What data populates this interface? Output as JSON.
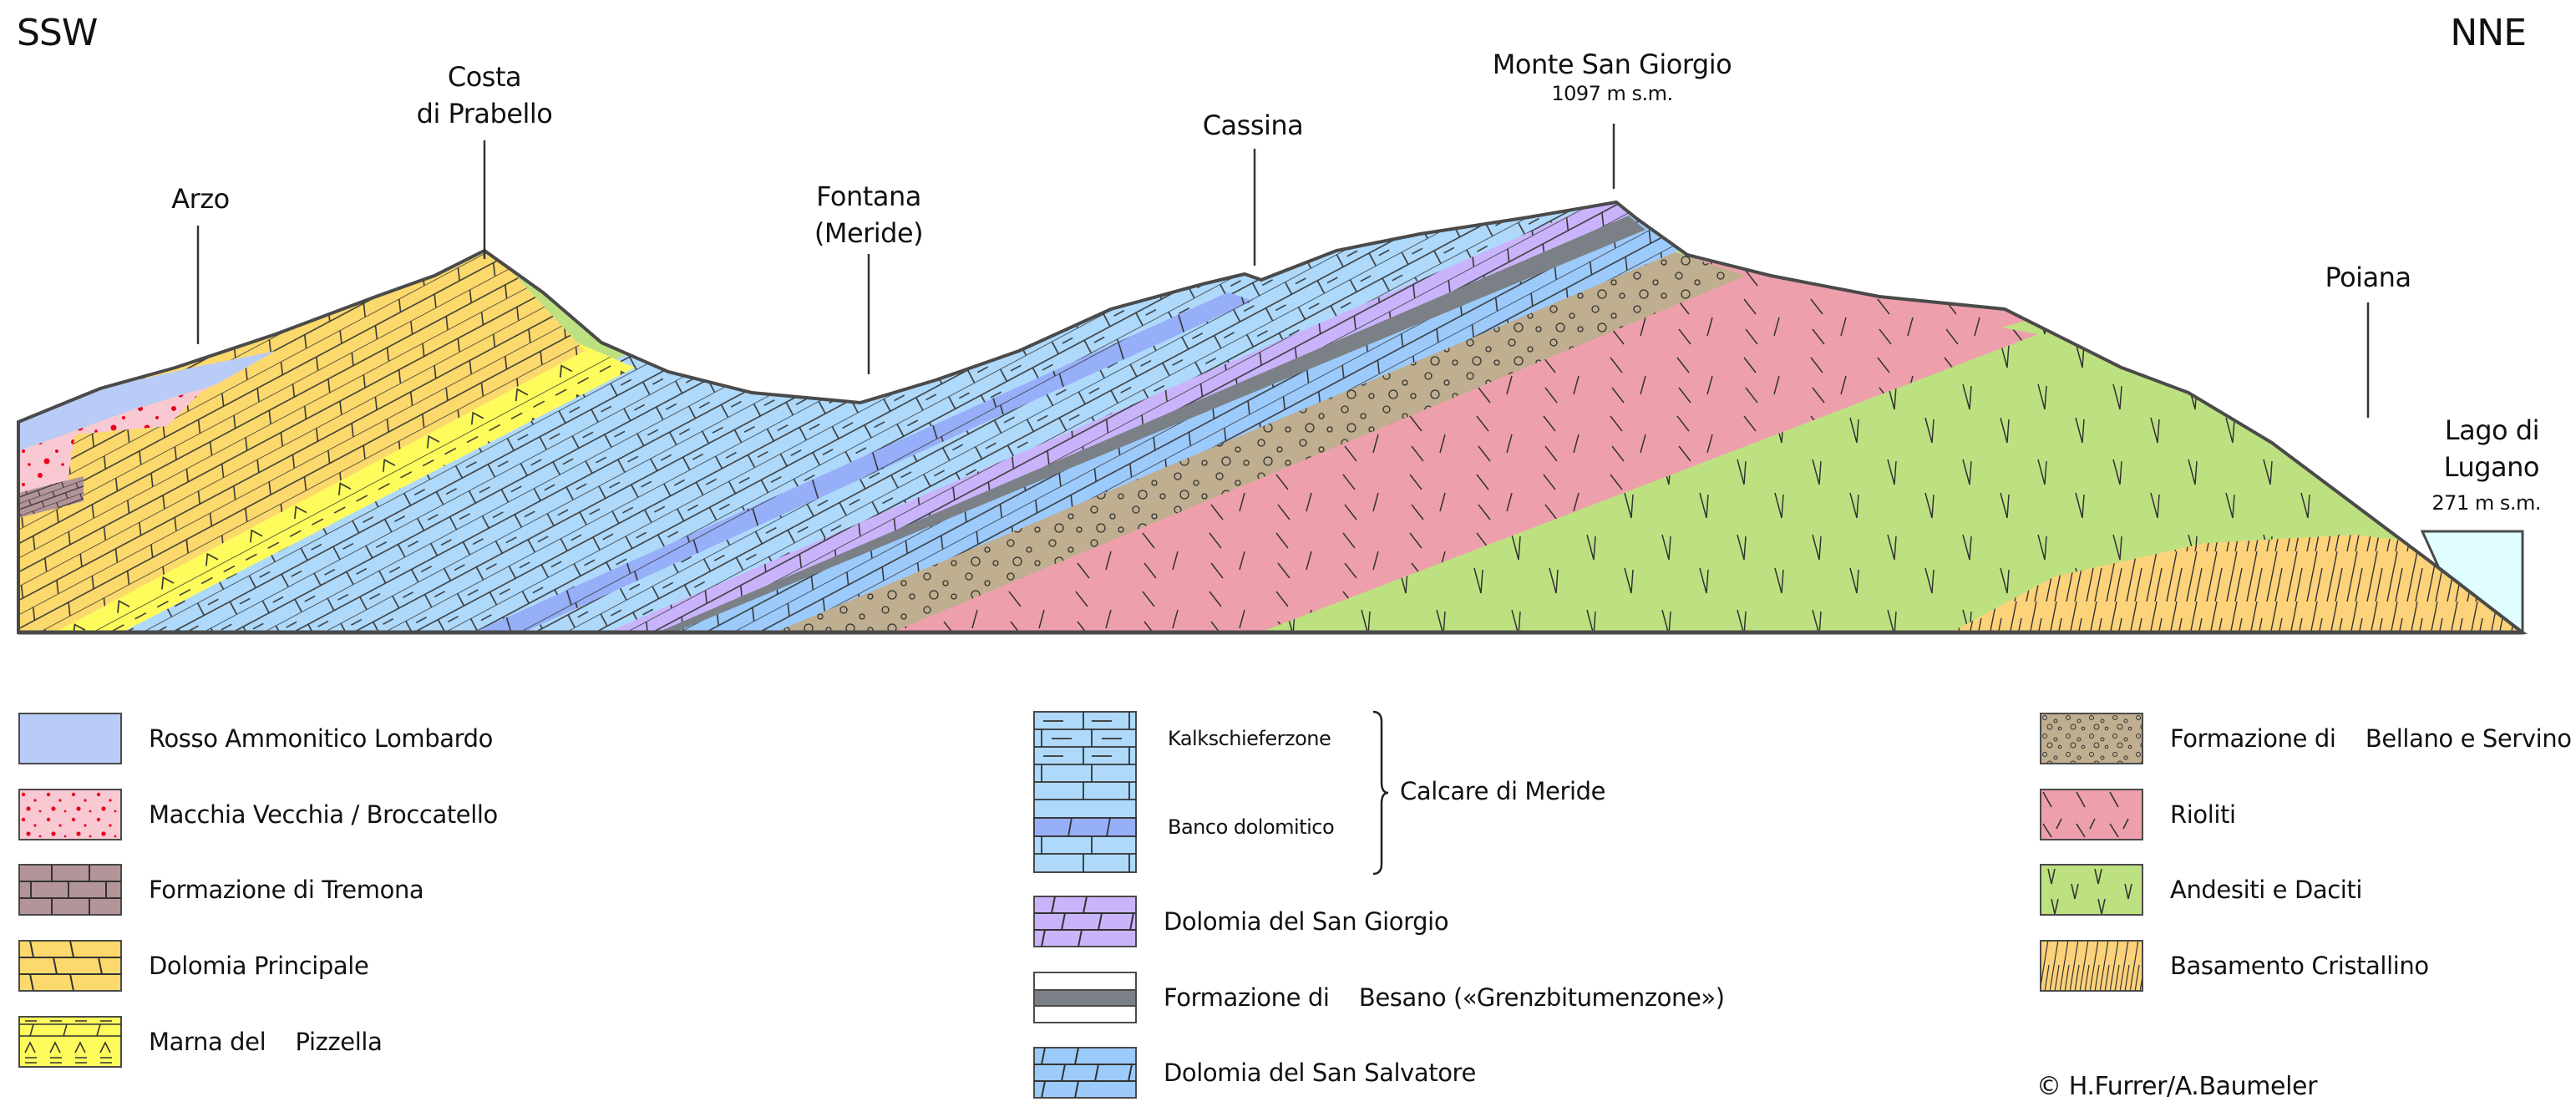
{
  "orientation": {
    "left": "SSW",
    "right": "NNE"
  },
  "locations": [
    {
      "id": "arzo",
      "lines": [
        "Arzo"
      ]
    },
    {
      "id": "costa",
      "lines": [
        "Costa",
        "di Prabello"
      ]
    },
    {
      "id": "fontana",
      "lines": [
        "Fontana",
        "(Meride)"
      ]
    },
    {
      "id": "cassina",
      "lines": [
        "Cassina"
      ]
    },
    {
      "id": "monte",
      "lines": [
        "Monte San Giorgio"
      ],
      "elevation": "1097 m s.m."
    },
    {
      "id": "poiana",
      "lines": [
        "Poiana"
      ]
    },
    {
      "id": "lago",
      "lines": [
        "Lago di",
        "Lugano"
      ],
      "elevation": "271  m s.m."
    }
  ],
  "colors": {
    "rosso": "#b9cbf7",
    "macchia": "#f8c9d2",
    "macchia_dots": "#e8001e",
    "tremona": "#b39499",
    "dolomia_principale": "#fcd96c",
    "pizzella": "#fdfc5c",
    "kalkschiefer": "#aed9fb",
    "banco": "#97aef8",
    "san_giorgio": "#c9b4fb",
    "besano": "#7b8086",
    "san_salvatore": "#9ccafb",
    "bellano": "#bfae8f",
    "rioliti": "#ee9fac",
    "andesiti": "#bde181",
    "basamento": "#fcd27a",
    "lake": "#e0fdff",
    "outline": "#4a4a4a"
  },
  "legend": {
    "col1": [
      {
        "key": "rosso",
        "label": "Rosso Ammonitico Lombardo"
      },
      {
        "key": "macchia",
        "label": "Macchia Vecchia / Broccatello"
      },
      {
        "key": "tremona",
        "label": "Formazione di Tremona"
      },
      {
        "key": "dolomia_principale",
        "label": "Dolomia Principale"
      },
      {
        "key": "pizzella",
        "label": "Marna del    Pizzella"
      }
    ],
    "meride_group": {
      "label": "Calcare di Meride",
      "sub": [
        "Kalkschieferzone",
        "Banco dolomitico"
      ]
    },
    "col2": [
      {
        "key": "san_giorgio",
        "label": "Dolomia del San Giorgio"
      },
      {
        "key": "besano",
        "label": "Formazione di    Besano («Grenzbitumenzone»)"
      },
      {
        "key": "san_salvatore",
        "label": "Dolomia del San Salvatore"
      }
    ],
    "col3": [
      {
        "key": "bellano",
        "label": "Formazione di    Bellano e Servino"
      },
      {
        "key": "rioliti",
        "label": "Rioliti"
      },
      {
        "key": "andesiti",
        "label": "Andesiti e Daciti"
      },
      {
        "key": "basamento",
        "label": "Basamento Cristallino"
      }
    ]
  },
  "credit": "© H.Furrer/A.Baumeler"
}
